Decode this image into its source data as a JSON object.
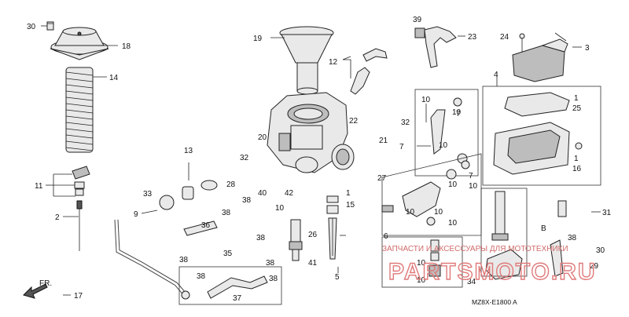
{
  "labels": {
    "n1a": "1",
    "n1b": "1",
    "n1c": "1",
    "n2": "2",
    "n3": "3",
    "n4": "4",
    "n5": "5",
    "n6": "6",
    "n7a": "7",
    "n7b": "7",
    "n9": "9",
    "n10a": "10",
    "n10b": "10",
    "n10c": "10",
    "n10d": "10",
    "n10e": "10",
    "n10f": "10",
    "n10g": "10",
    "n10h": "10",
    "n10i": "10",
    "n10j": "10",
    "n10k": "10",
    "n11": "11",
    "n12": "12",
    "n13": "13",
    "n14": "14",
    "n15": "15",
    "n16": "16",
    "n17": "17",
    "n18": "18",
    "n19": "19",
    "n20": "20",
    "n21": "21",
    "n22": "22",
    "n23": "23",
    "n24": "24",
    "n25": "25",
    "n26": "26",
    "n27": "27",
    "n28": "28",
    "n29": "29",
    "n30": "30",
    "n31": "31",
    "n32a": "32",
    "n32b": "32",
    "n33": "33",
    "n34": "34",
    "n35": "35",
    "n36": "36",
    "n37": "37",
    "n38a": "38",
    "n38b": "38",
    "n38c": "38",
    "n38d": "38",
    "n38e": "38",
    "n38f": "38",
    "n38g": "38",
    "n38h": "38",
    "n39": "39",
    "n40": "40",
    "n41": "41",
    "n42": "42",
    "nB": "B",
    "n30b": "30"
  },
  "fr_label": "FR.",
  "diagram_code": "MZ8X-E1800 A",
  "watermark": {
    "text": "ЗАПЧАСТИ И АКСЕССУАРЫ ДЛЯ МОТОТЕХНИКИ",
    "logo": "PARTSMOTO.RU"
  }
}
